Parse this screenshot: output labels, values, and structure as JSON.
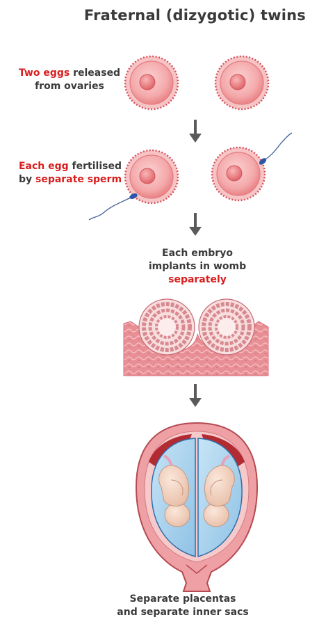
{
  "title": "Fraternal (dizygotic) twins",
  "steps": [
    {
      "line1_red": "Two eggs",
      "line1_rest": " released",
      "line2": "from ovaries"
    },
    {
      "line1_red": "Each egg",
      "line1_rest": " fertilised",
      "line2_pre": "by ",
      "line2_red": "separate sperm"
    },
    {
      "line1": "Each embryo",
      "line2": "implants in womb",
      "line3_red": "separately"
    },
    {
      "line1": "Separate placentas",
      "line2": "and separate inner sacs"
    }
  ],
  "colors": {
    "accent_red": "#d81e1e",
    "egg_fill": "#f29a9c",
    "egg_ring": "#e0606a",
    "uterus_wall": "#e58b8f",
    "amniotic_sac": "#a9d4ee",
    "placenta": "#b32b32",
    "arrow": "#5a5a5a"
  },
  "icons": [
    "down-arrow-icon",
    "egg-icon",
    "sperm-icon",
    "embryo-icon",
    "uterus-icon",
    "fetus-icon"
  ]
}
